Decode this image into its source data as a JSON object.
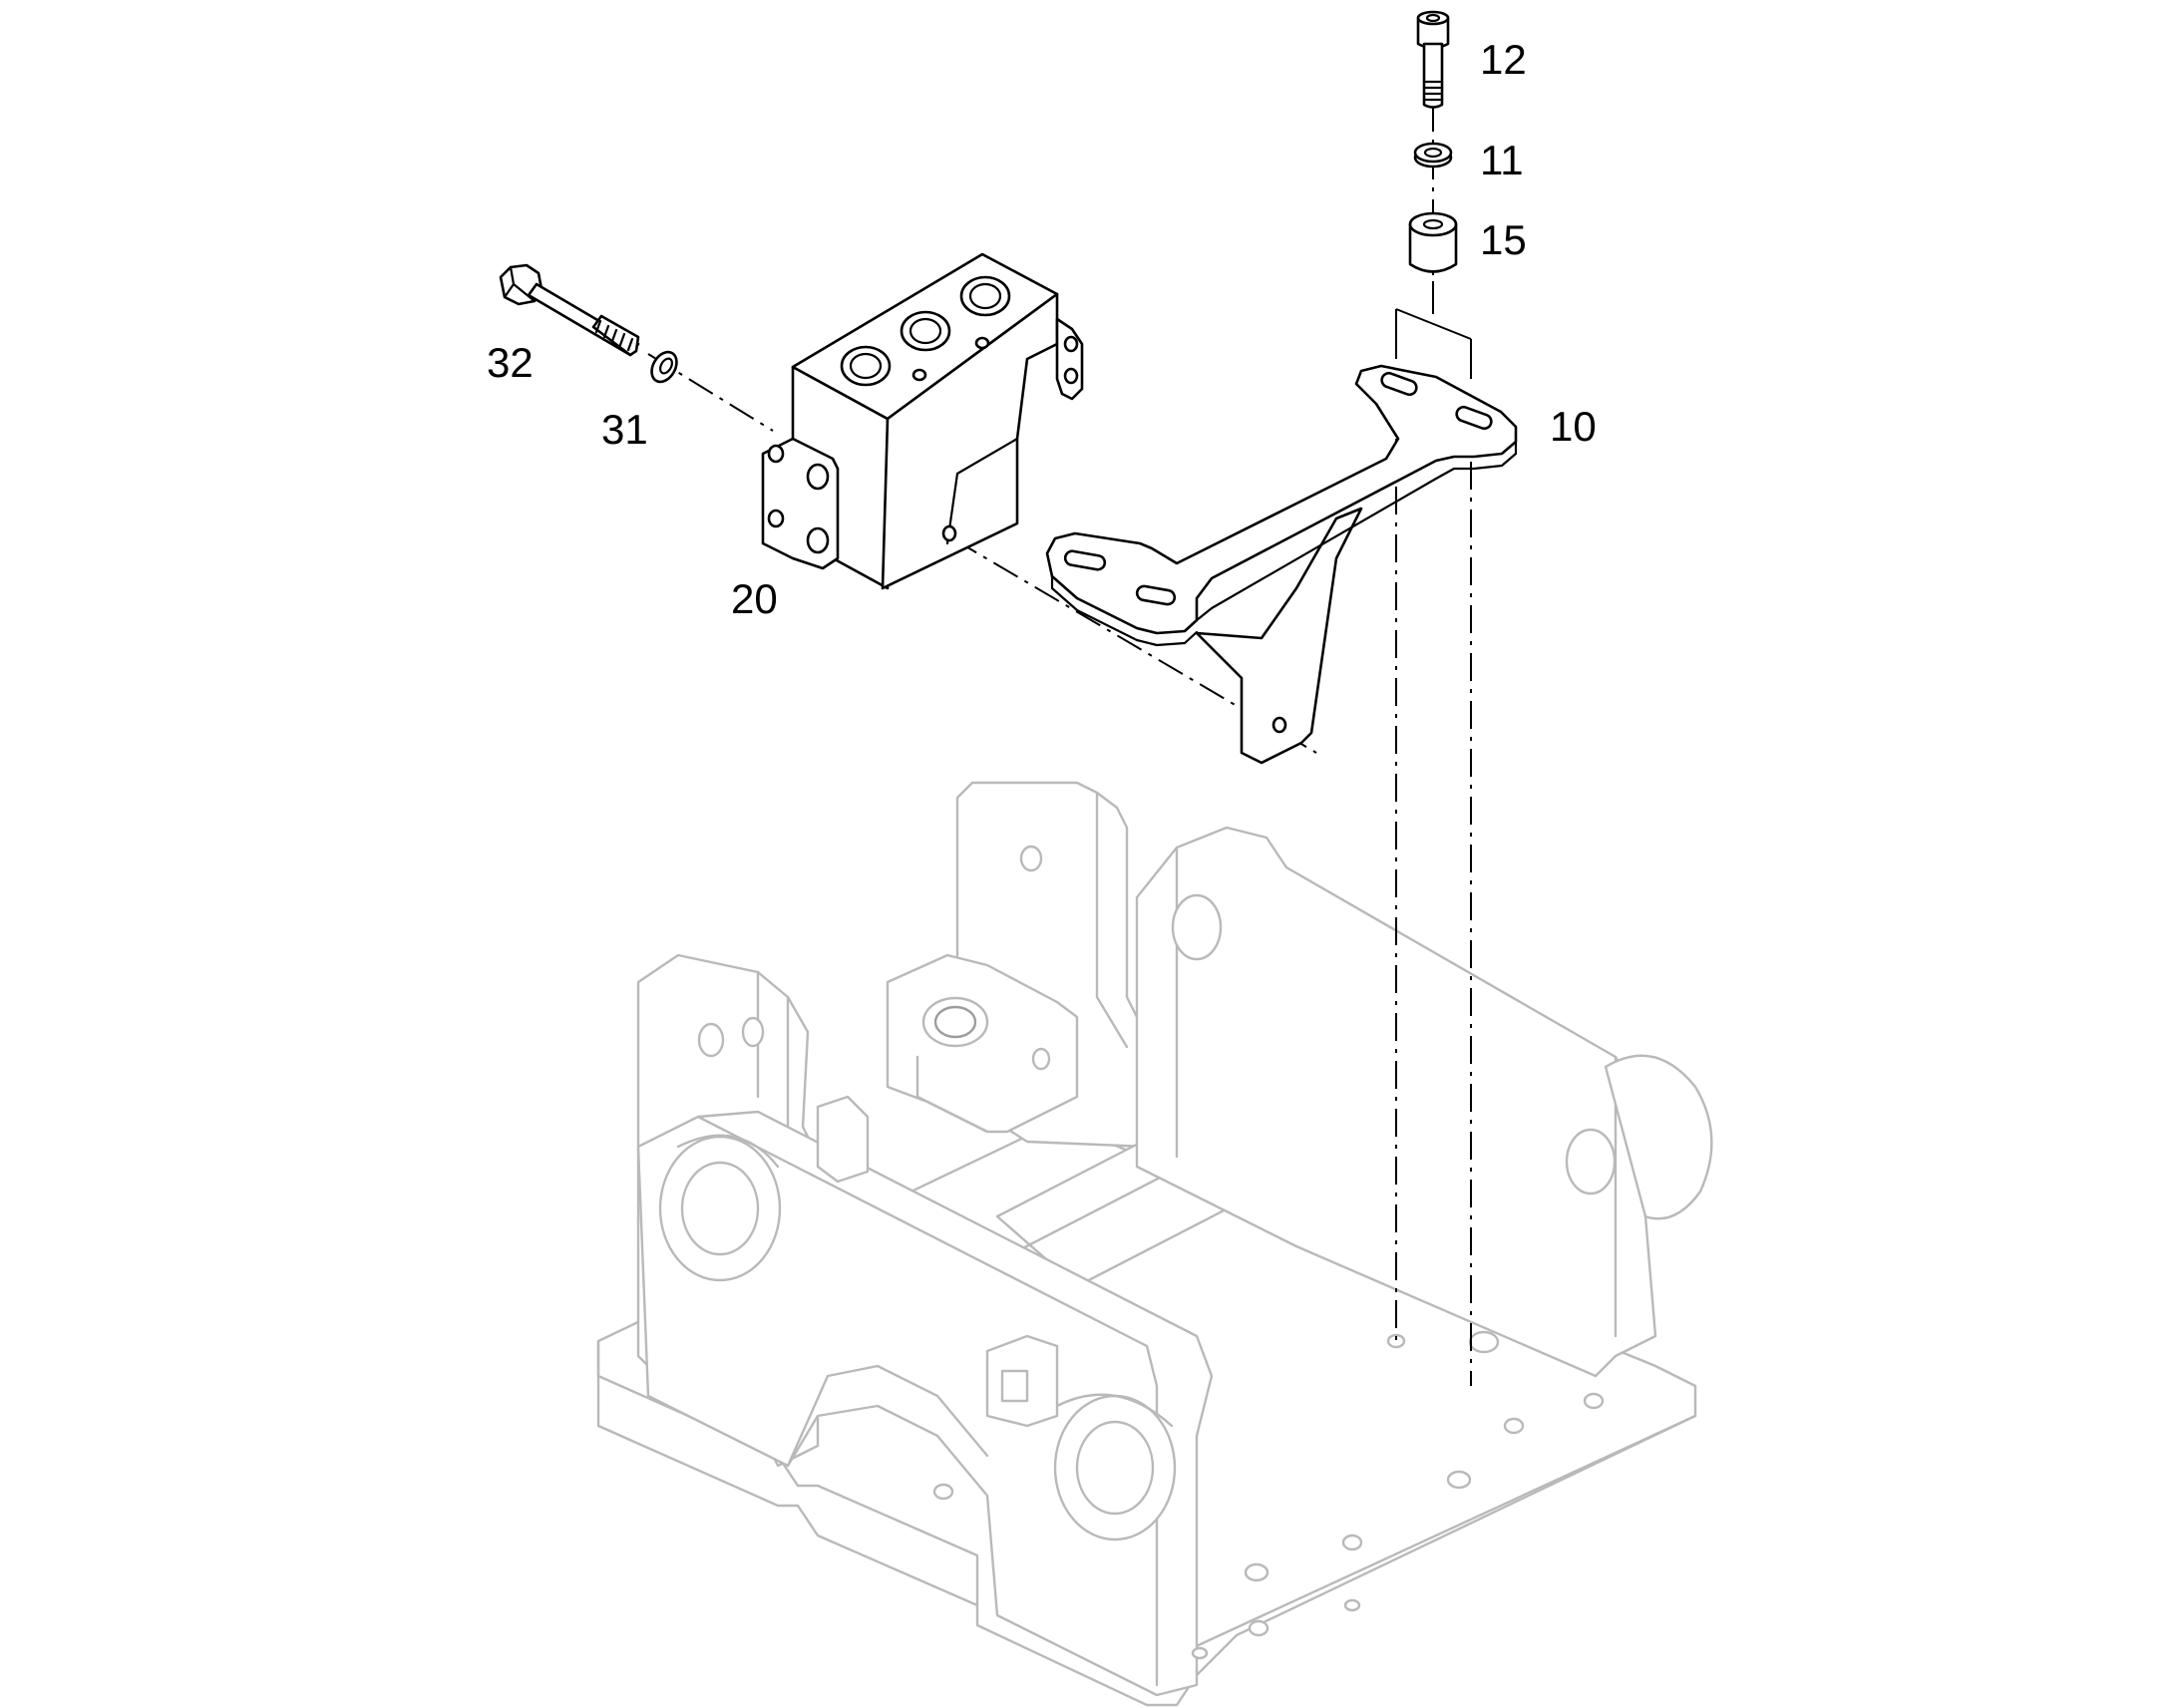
{
  "figure": {
    "type": "exploded-parts-diagram",
    "colors": {
      "parts": "#000000",
      "background_frame": "#b9b9b9",
      "background": "#ffffff"
    }
  },
  "callouts": {
    "screw": "12",
    "washer_top": "11",
    "spacer": "15",
    "bracket": "10",
    "bolt": "32",
    "washer_side": "31",
    "valve": "20"
  }
}
